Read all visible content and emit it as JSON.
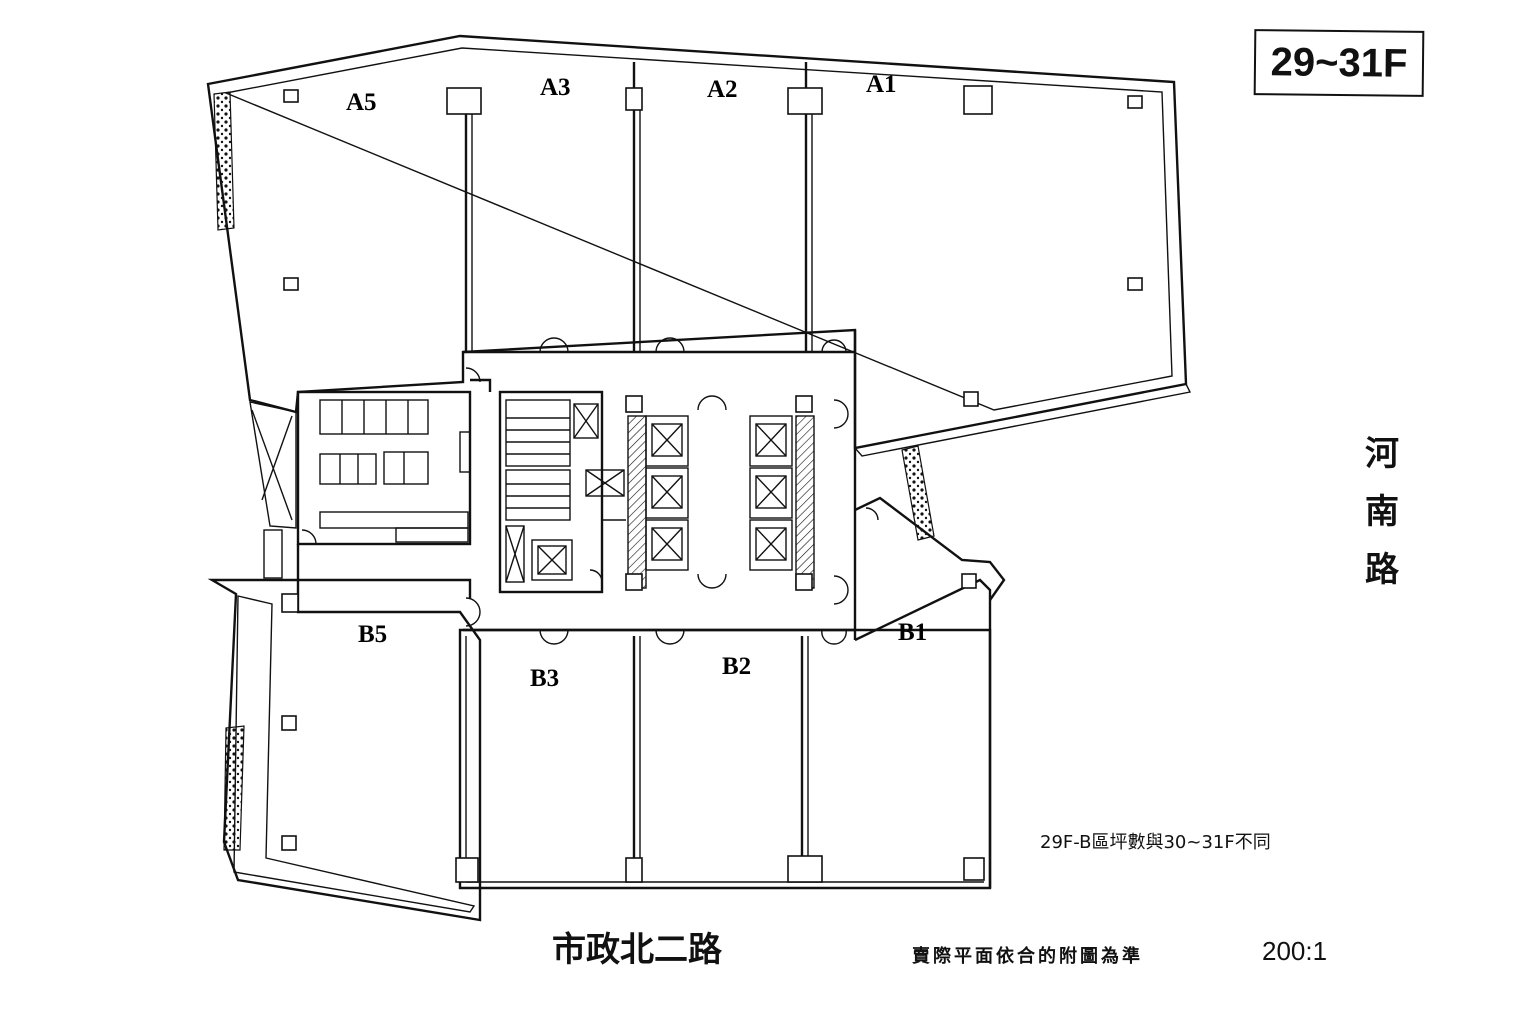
{
  "floor_label": "29~31F",
  "streets": {
    "east": [
      "河",
      "南",
      "路"
    ],
    "south": "市政北二路"
  },
  "units": [
    "A5",
    "A3",
    "A2",
    "A1",
    "B5",
    "B3",
    "B2",
    "B1"
  ],
  "note": "29F-B區坪數與30~31F不同",
  "disclaimer": "賣際平面依合的附圖為準",
  "scale": "200:1"
}
